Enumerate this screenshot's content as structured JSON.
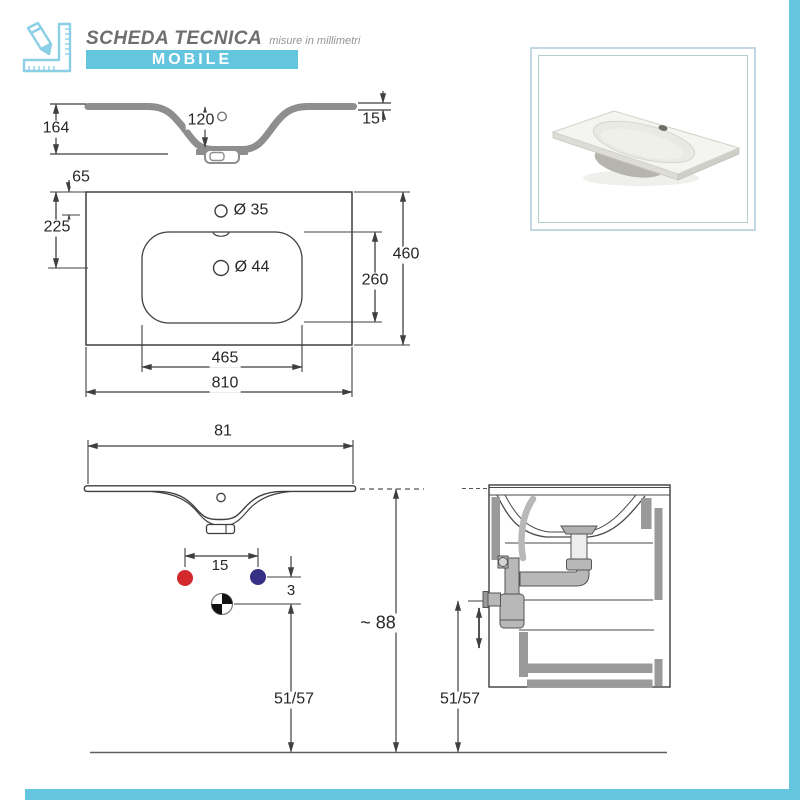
{
  "header": {
    "title": "SCHEDA TECNICA",
    "subtitle": "misure in millimetri",
    "category": "MOBILE"
  },
  "section_view": {
    "total_height": "164",
    "basin_depth": "120",
    "rim_thickness": "15"
  },
  "top_view": {
    "faucet_offset": "65",
    "drain_offset": "225",
    "faucet_hole": "Ø 35",
    "drain_hole": "Ø 44",
    "depth_total": "460",
    "basin_inner_depth": "260",
    "basin_width": "465",
    "width_total": "810"
  },
  "front_view": {
    "width": "81",
    "tap_spacing": "15",
    "drain_drop": "3",
    "total_height": "~ 88",
    "drain_height": "51/57"
  },
  "side_view": {
    "drain_height": "51/57"
  },
  "colors": {
    "accent": "#63c5de",
    "icon_blue": "#8bcfe6",
    "hot_red": "#d2282e",
    "cold_blue": "#362f86",
    "section_gray": "#8e8e8e"
  }
}
